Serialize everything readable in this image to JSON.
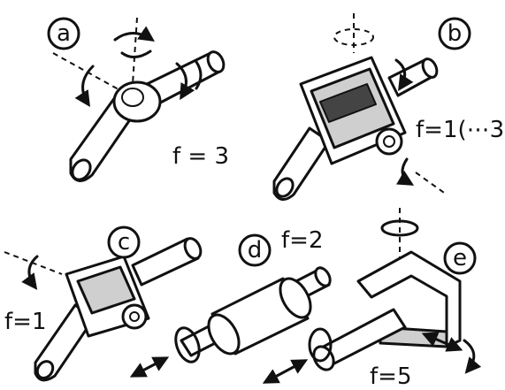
{
  "panels": [
    {
      "id": "a",
      "badge": "a",
      "formula": "f = 3"
    },
    {
      "id": "b",
      "badge": "b",
      "formula": "f=1(⋯3)"
    },
    {
      "id": "c",
      "badge": "c",
      "formula": "f=1"
    },
    {
      "id": "d",
      "badge": "d",
      "formula": "f=2"
    },
    {
      "id": "e",
      "badge": "e",
      "formula": "f=5"
    }
  ],
  "colors": {
    "ink": "#111111",
    "background": "#ffffff"
  }
}
